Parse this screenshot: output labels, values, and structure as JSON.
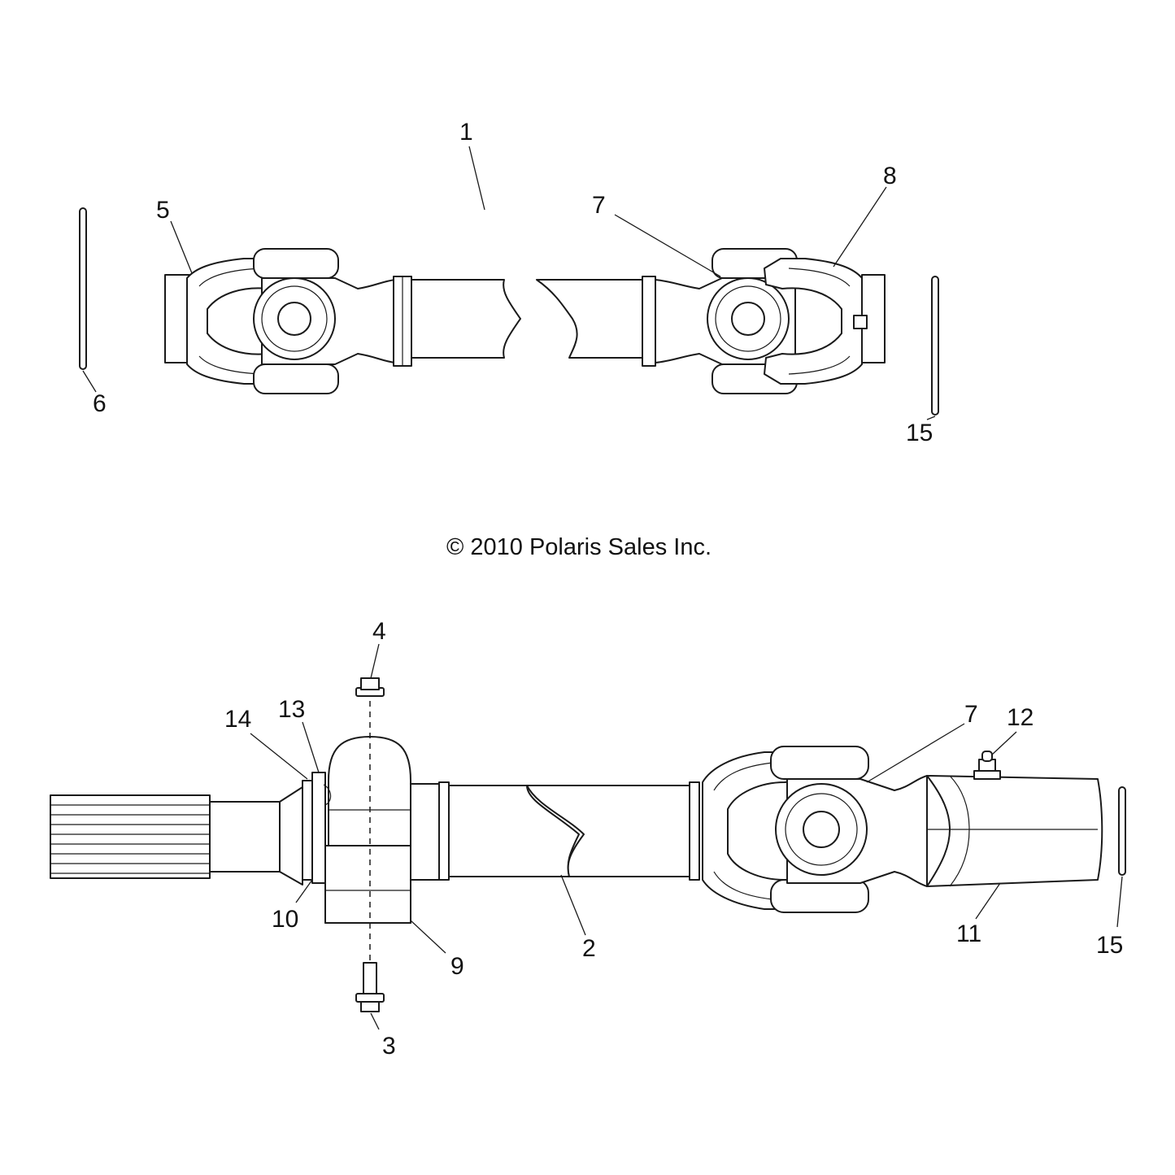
{
  "copyright": "© 2010 Polaris Sales Inc.",
  "callouts": {
    "top": {
      "c1": "1",
      "c5": "5",
      "c6": "6",
      "c7": "7",
      "c8": "8",
      "c15": "15"
    },
    "bottom": {
      "c2": "2",
      "c3": "3",
      "c4": "4",
      "c7": "7",
      "c9": "9",
      "c10": "10",
      "c11": "11",
      "c12": "12",
      "c13": "13",
      "c14": "14",
      "c15": "15"
    }
  },
  "colors": {
    "line": "#1a1a1a",
    "background": "#ffffff"
  }
}
